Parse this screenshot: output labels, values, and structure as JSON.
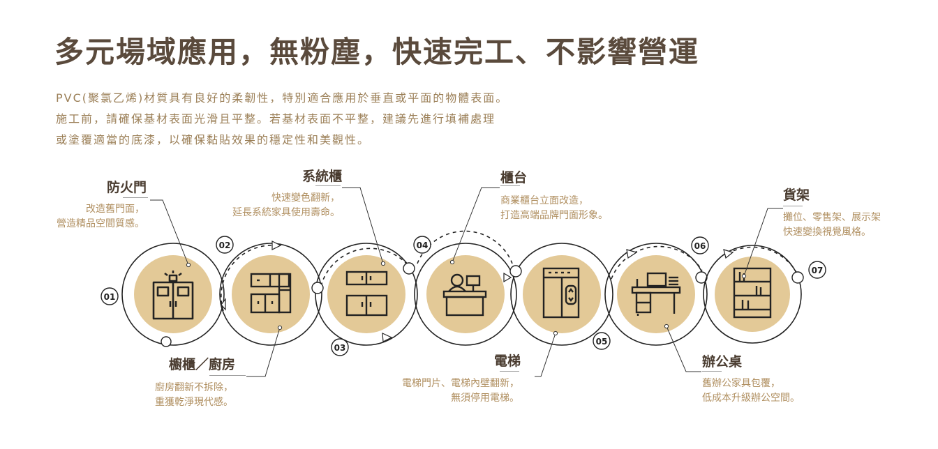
{
  "title": "多元場域應用，無粉塵，快速完工、不影響營運",
  "intro": [
    "PVC(聚氯乙烯)材質具有良好的柔韌性，特別適合應用於垂直或平面的物體表面。",
    "施工前，請確保基材表面光滑且平整。若基材表面不平整，建議先進行填補處理",
    "或塗覆適當的底漆，以確保黏貼效果的穩定性和美觀性。"
  ],
  "colors": {
    "accent": "#e3c997",
    "title": "#5a4a3c",
    "text": "#b08f60",
    "line": "#222222"
  },
  "items": [
    {
      "num": "01",
      "label": "防火門",
      "icon": "fire-door-icon",
      "desc": [
        "改造舊門面，",
        "營造精品空間質感。"
      ]
    },
    {
      "num": "02",
      "label": "櫥櫃／廚房",
      "icon": "kitchen-cabinet-icon",
      "desc": [
        "廚房翻新不拆除，",
        "重獲乾淨現代感。"
      ]
    },
    {
      "num": "03",
      "label": "系統櫃",
      "icon": "system-cabinet-icon",
      "desc": [
        "快速變色翻新，",
        "延長系統家具使用壽命。"
      ]
    },
    {
      "num": "04",
      "label": "櫃台",
      "icon": "reception-counter-icon",
      "desc": [
        "商業櫃台立面改造，",
        "打造高端品牌門面形象。"
      ]
    },
    {
      "num": "05",
      "label": "電梯",
      "icon": "elevator-icon",
      "desc": [
        "電梯門片、電梯內壁翻新，",
        "無須停用電梯。"
      ]
    },
    {
      "num": "06",
      "label": "辦公桌",
      "icon": "office-desk-icon",
      "desc": [
        "舊辦公家具包覆，",
        "低成本升級辦公空間。"
      ]
    },
    {
      "num": "07",
      "label": "貨架",
      "icon": "shelf-icon",
      "desc": [
        "攤位、零售架、展示架",
        "快速變換視覺風格。"
      ]
    }
  ]
}
